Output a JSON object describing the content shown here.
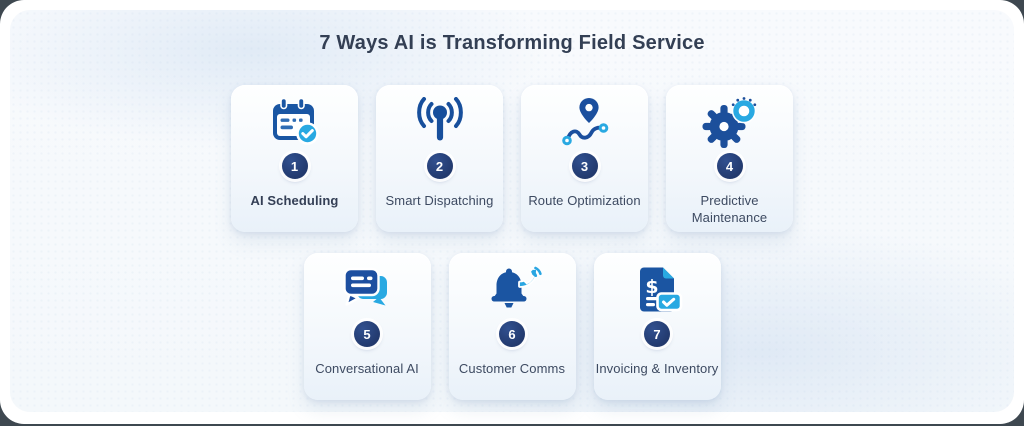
{
  "title": "7 Ways AI is Transforming Field Service",
  "cards": [
    {
      "number": "1",
      "label": "AI Scheduling",
      "icon": "calendar-check"
    },
    {
      "number": "2",
      "label": "Smart Dispatching",
      "icon": "broadcast-antenna"
    },
    {
      "number": "3",
      "label": "Route Optimization",
      "icon": "route-map-pin"
    },
    {
      "number": "4",
      "label": "Predictive Maintenance",
      "icon": "gears"
    },
    {
      "number": "5",
      "label": "Conversational AI",
      "icon": "chat-bubbles"
    },
    {
      "number": "6",
      "label": "Customer Comms",
      "icon": "bell-phone"
    },
    {
      "number": "7",
      "label": "Invoicing & Inventory",
      "icon": "invoice-document"
    }
  ],
  "icons": {
    "invoice_dollar_glyph": "$"
  },
  "colors": {
    "icon_dark_blue": "#1b55a2",
    "icon_navy": "#174f9c",
    "icon_light_blue": "#29a9e2",
    "badge_navy": "#24407a",
    "title_text": "#333f54",
    "label_text": "#3d4a61",
    "panel_background": "#f6f9fc",
    "card_background_top": "#feffff",
    "card_background_bottom": "#e9f1f9",
    "frame_background": "#ffffff",
    "backdrop": "#3e4850"
  }
}
